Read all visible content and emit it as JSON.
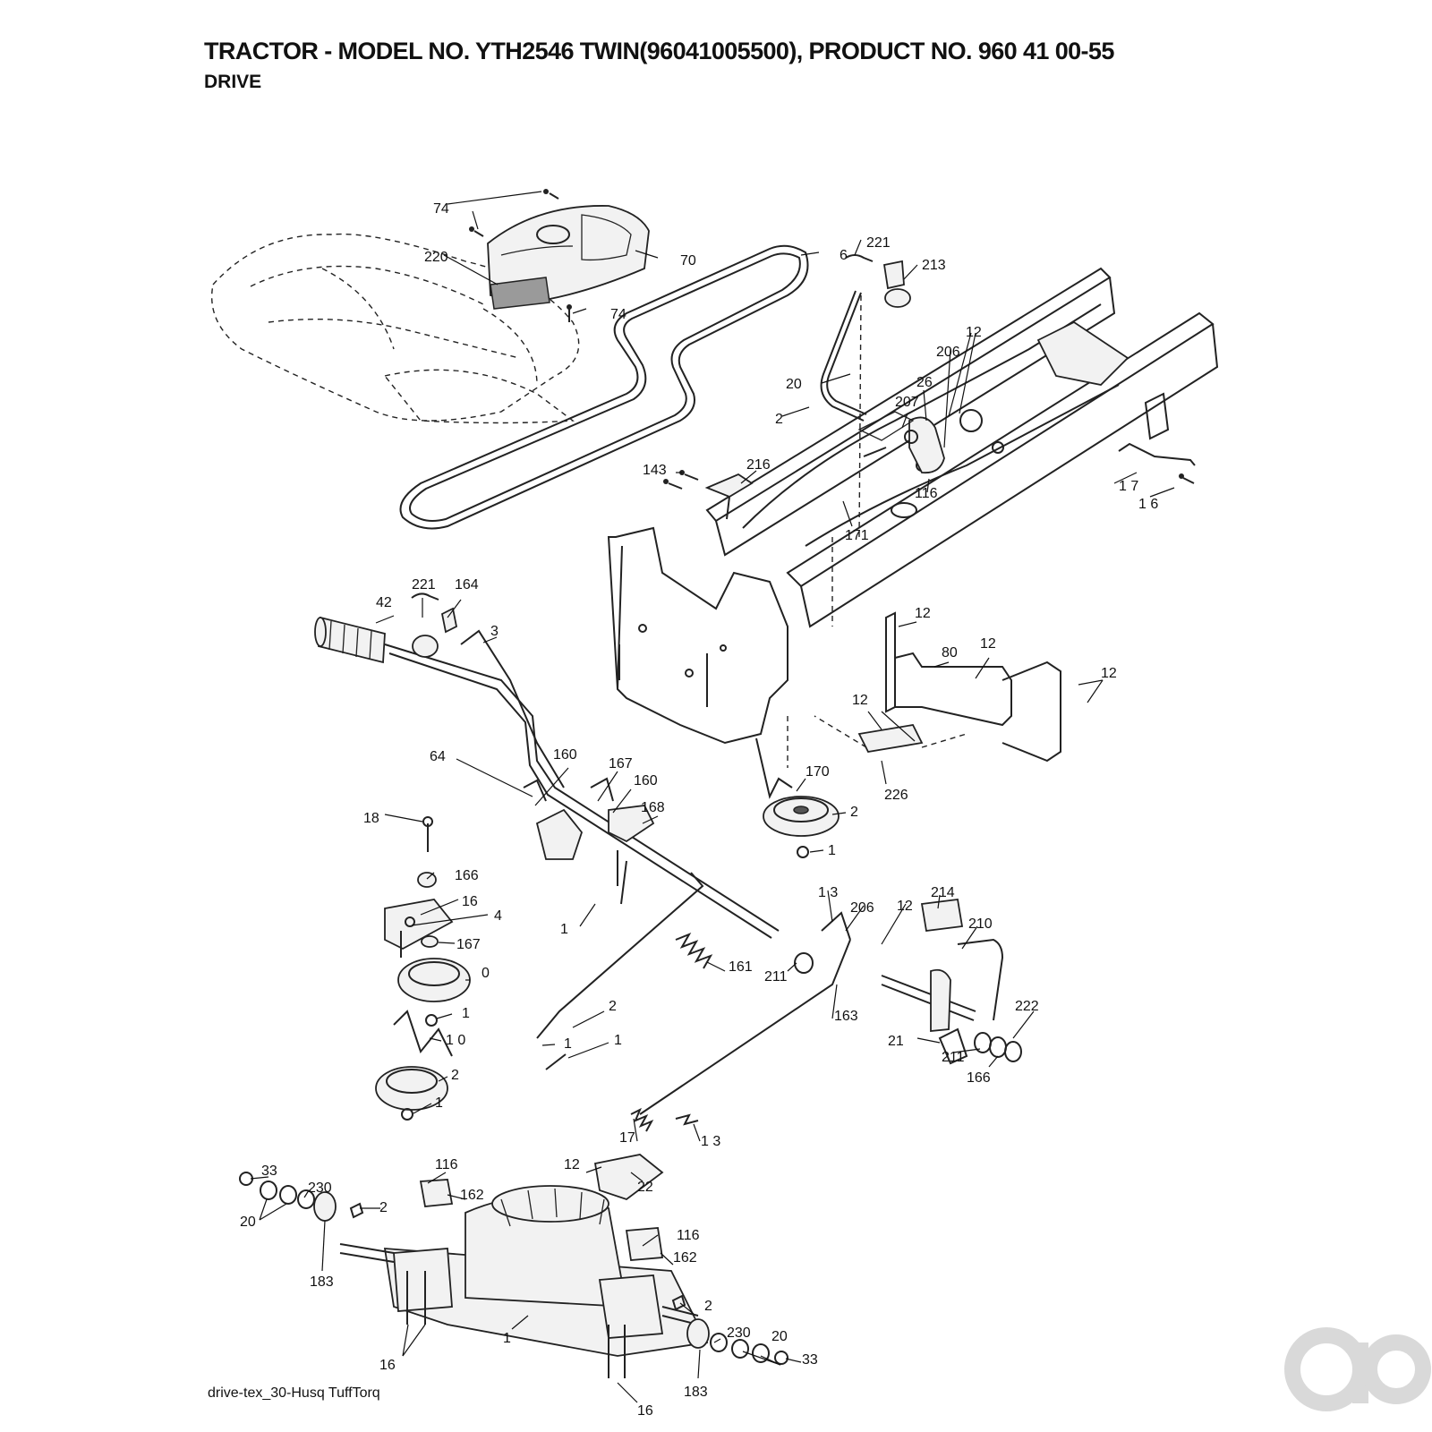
{
  "header": {
    "title": "TRACTOR - MODEL NO. YTH2546 TWIN(96041005500), PRODUCT NO. 960 41 00-55",
    "subtitle": "DRIVE"
  },
  "footer": {
    "caption": "drive-tex_30-Husq TuffTorq"
  },
  "watermark": {
    "text": "ao",
    "color": "#d9d9d9"
  },
  "callouts": {
    "c74a": "74",
    "c220": "220",
    "c70": "70",
    "c74b": "74",
    "c6": "6",
    "c221a": "221",
    "c213": "213",
    "c12a": "12",
    "c206a": "206",
    "c26": "26",
    "c20a": "20",
    "c207": "207",
    "c2a": "2",
    "c143": "143",
    "c216": "216",
    "c116a": "116",
    "c171": "171",
    "c17a": "1 7",
    "c16a": "1 6",
    "c221b": "221",
    "c164": "164",
    "c42": "42",
    "c3": "3",
    "c12b": "12",
    "c80": "80",
    "c12c": "12",
    "c12d": "12",
    "c12e": "12",
    "c226": "226",
    "c64": "64",
    "c160a": "160",
    "c167a": "167",
    "c160b": "160",
    "c168": "168",
    "c170": "170",
    "c2b": "2",
    "c1a": "1",
    "c18": "18",
    "c166a": "166",
    "c16b": "16",
    "c4": "4",
    "c1b": "1",
    "c167b": "167",
    "c0": "0",
    "c1c": "1",
    "c10": "1 0",
    "c2c": "2",
    "c1d": "1",
    "c13a": "1 3",
    "c206b": "206",
    "c12f": "12",
    "c214": "214",
    "c210": "210",
    "c161": "161",
    "c211a": "211",
    "c2d": "2",
    "c1e": "1",
    "c1f": "1",
    "c163": "163",
    "c21": "21",
    "c211b": "211",
    "c222": "222",
    "c166b": "166",
    "c17b": "17",
    "c13b": "1 3",
    "c33a": "33",
    "c230a": "230",
    "c20b": "20",
    "c2e": "2",
    "c183a": "183",
    "c116b": "116",
    "c162a": "162",
    "c12g": "12",
    "c22": "22",
    "c116c": "116",
    "c162b": "162",
    "c2f": "2",
    "c1g": "1",
    "c16c": "16",
    "c230b": "230",
    "c20c": "20",
    "c33b": "33",
    "c183b": "183",
    "c16d": "16"
  }
}
